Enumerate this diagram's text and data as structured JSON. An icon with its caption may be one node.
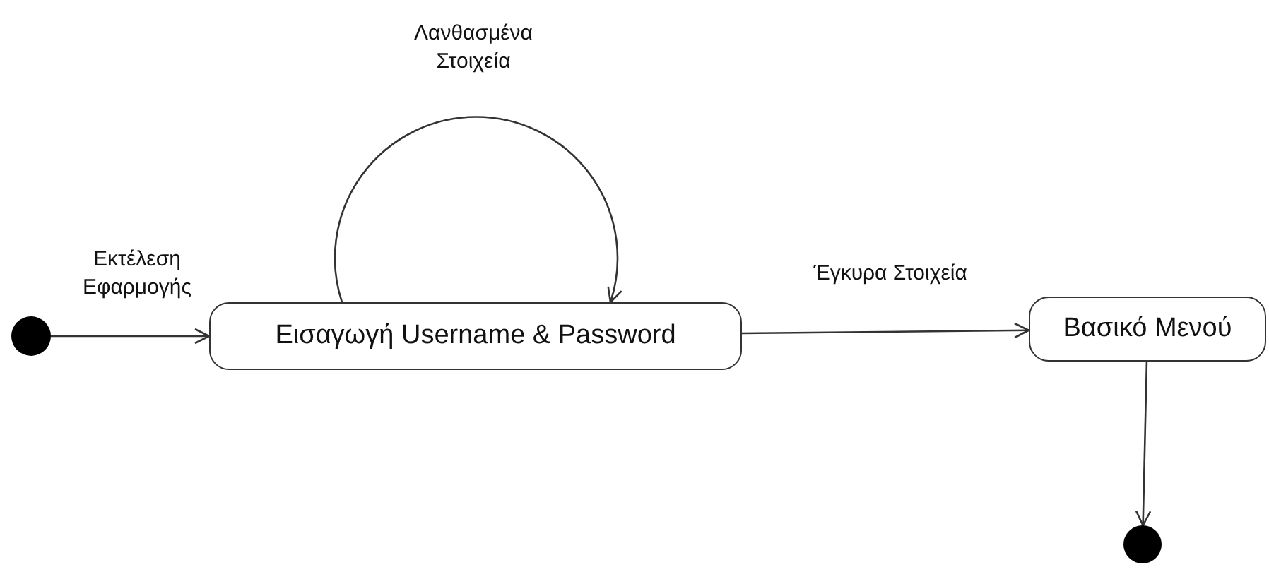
{
  "diagram": {
    "nodes": [
      {
        "text": [],
        "shape": "circle"
      },
      {
        "text": [
          "Εισαγωγή Username & Password"
        ]
      },
      {
        "text": [
          "Βασικό Μενού"
        ]
      },
      {
        "text": [],
        "shape": "circle"
      }
    ],
    "edges": [
      {
        "from": 0,
        "to": 1,
        "arrow": "to",
        "label": "Εκτέλεση Εφαρμογής"
      },
      {
        "from": 1,
        "to": 1,
        "arrow": "to",
        "label": "Λανθασμένα Στοιχεία"
      },
      {
        "from": 1,
        "to": 2,
        "arrow": "to",
        "label": "Έγκυρα Στοιχεία"
      },
      {
        "from": 2,
        "to": 3,
        "arrow": "to"
      }
    ]
  }
}
